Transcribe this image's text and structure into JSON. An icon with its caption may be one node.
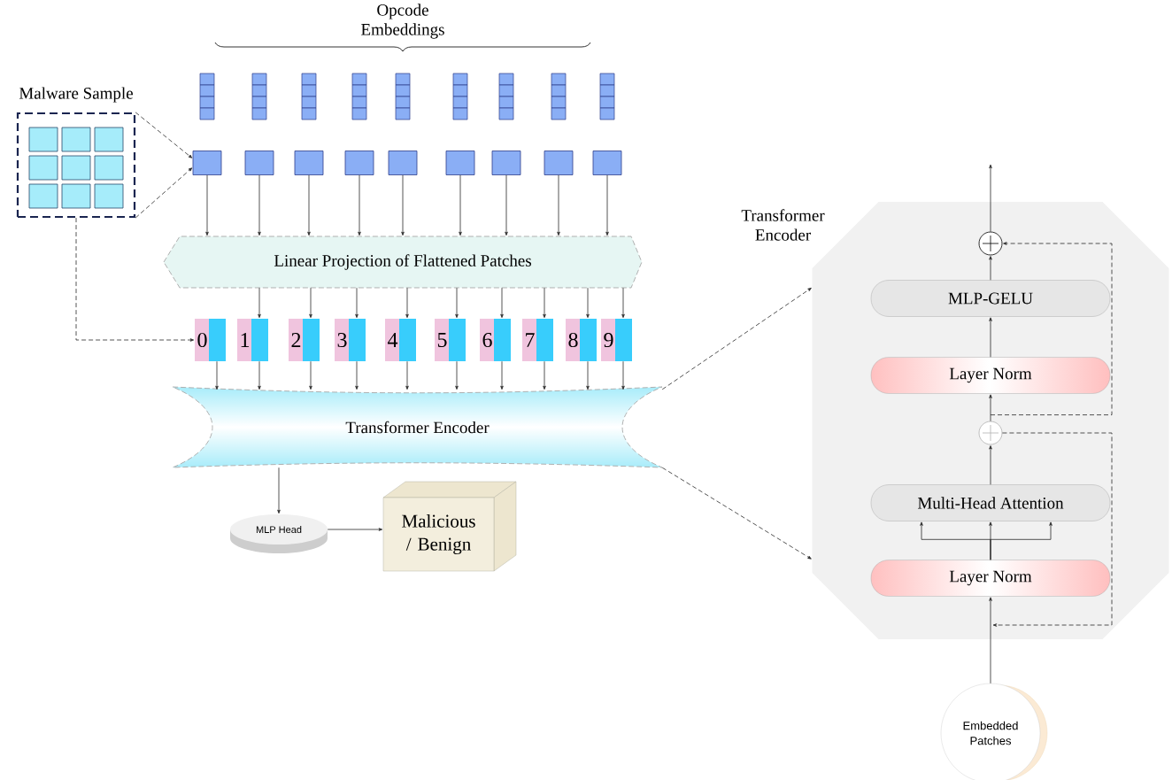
{
  "diagram": {
    "nodes": [
      {
        "text": [
          "Malware Sample"
        ]
      },
      {
        "text": [],
        "shape": "box"
      },
      {
        "text": [],
        "shape": "box"
      },
      {
        "text": [],
        "shape": "box"
      },
      {
        "text": [],
        "shape": "box"
      },
      {
        "text": [],
        "shape": "box"
      },
      {
        "text": [],
        "shape": "box"
      },
      {
        "text": [],
        "shape": "box"
      },
      {
        "text": [],
        "shape": "box"
      },
      {
        "text": [],
        "shape": "box"
      },
      {
        "text": [
          "Linear Projection of Flattened Patches"
        ]
      },
      {
        "text": [
          "0"
        ]
      },
      {
        "text": [
          "1"
        ]
      },
      {
        "text": [
          "2"
        ]
      },
      {
        "text": [
          "3"
        ]
      },
      {
        "text": [
          "4"
        ]
      },
      {
        "text": [
          "5"
        ]
      },
      {
        "text": [
          "6"
        ]
      },
      {
        "text": [
          "7"
        ]
      },
      {
        "text": [
          "8"
        ]
      },
      {
        "text": [
          "9"
        ]
      },
      {
        "text": [
          "Transformer Encoder"
        ]
      },
      {
        "text": [
          "MLP Head"
        ]
      },
      {
        "text": [
          "Malicious / Benign"
        ]
      },
      {
        "text": [
          "Transformer Encoder"
        ]
      },
      {
        "text": [],
        "shape": "circle",
        "in": 24
      },
      {
        "text": [
          "MLP-GELU"
        ],
        "in": 24
      },
      {
        "text": [
          "Layer Norm"
        ],
        "in": 24
      },
      {
        "text": [],
        "shape": "circle",
        "in": 24
      },
      {
        "text": [
          "Multi-Head Attention"
        ],
        "in": 24
      },
      {
        "text": [
          "Layer Norm"
        ],
        "in": 24
      },
      {
        "text": [
          "Embedded Patches"
        ]
      }
    ],
    "edges": [
      {
        "from": 0,
        "to": 1,
        "arrow": "to",
        "style": "dashed"
      },
      {
        "from": 0,
        "to": 1,
        "arrow": "to",
        "style": "dashed"
      },
      {
        "from": 0,
        "to": 11,
        "arrow": "to",
        "style": "dashed"
      },
      {
        "from": 1,
        "to": 10,
        "arrow": "to"
      },
      {
        "from": 2,
        "to": 10,
        "arrow": "to"
      },
      {
        "from": 3,
        "to": 10,
        "arrow": "to"
      },
      {
        "from": 4,
        "to": 10,
        "arrow": "to"
      },
      {
        "from": 5,
        "to": 10,
        "arrow": "to"
      },
      {
        "from": 6,
        "to": 10,
        "arrow": "to"
      },
      {
        "from": 7,
        "to": 10,
        "arrow": "to"
      },
      {
        "from": 8,
        "to": 10,
        "arrow": "to"
      },
      {
        "from": 9,
        "to": 10,
        "arrow": "to"
      },
      {
        "from": 10,
        "to": 12,
        "arrow": "to"
      },
      {
        "from": 10,
        "to": 13,
        "arrow": "to"
      },
      {
        "from": 10,
        "to": 14,
        "arrow": "to"
      },
      {
        "from": 10,
        "to": 15,
        "arrow": "to"
      },
      {
        "from": 10,
        "to": 16,
        "arrow": "to"
      },
      {
        "from": 10,
        "to": 17,
        "arrow": "to"
      },
      {
        "from": 10,
        "to": 18,
        "arrow": "to"
      },
      {
        "from": 10,
        "to": 19,
        "arrow": "to"
      },
      {
        "from": 10,
        "to": 20,
        "arrow": "to"
      },
      {
        "from": 11,
        "to": 21,
        "arrow": "to"
      },
      {
        "from": 12,
        "to": 21,
        "arrow": "to"
      },
      {
        "from": 13,
        "to": 21,
        "arrow": "to"
      },
      {
        "from": 14,
        "to": 21,
        "arrow": "to"
      },
      {
        "from": 15,
        "to": 21,
        "arrow": "to"
      },
      {
        "from": 16,
        "to": 21,
        "arrow": "to"
      },
      {
        "from": 17,
        "to": 21,
        "arrow": "to"
      },
      {
        "from": 18,
        "to": 21,
        "arrow": "to"
      },
      {
        "from": 19,
        "to": 21,
        "arrow": "to"
      },
      {
        "from": 20,
        "to": 21,
        "arrow": "to"
      },
      {
        "from": 21,
        "to": 22,
        "arrow": "to"
      },
      {
        "from": 22,
        "to": 23,
        "arrow": "to"
      },
      {
        "from": 21,
        "to": 24,
        "arrow": "to",
        "style": "dashed"
      },
      {
        "from": 21,
        "to": 24,
        "arrow": "to",
        "style": "dashed"
      },
      {
        "from": 31,
        "to": 30,
        "arrow": "to"
      },
      {
        "from": 30,
        "to": 29,
        "arrow": "to"
      },
      {
        "from": 30,
        "to": 29,
        "arrow": "to"
      },
      {
        "from": 30,
        "to": 29,
        "arrow": "to"
      },
      {
        "from": 29,
        "to": 28,
        "arrow": "to"
      },
      {
        "from": 28,
        "to": 27,
        "arrow": "to"
      },
      {
        "from": 27,
        "to": 26,
        "arrow": "to"
      },
      {
        "from": 26,
        "to": 25,
        "arrow": "to"
      },
      {
        "from": 25,
        "to": null,
        "arrow": "to"
      },
      {
        "from": 28,
        "to": 25,
        "arrow": "to",
        "style": "dashed"
      },
      {
        "from": 28,
        "to": null,
        "arrow": "to",
        "style": "dashed"
      }
    ],
    "labels": [
      "Opcode Embeddings"
    ]
  }
}
